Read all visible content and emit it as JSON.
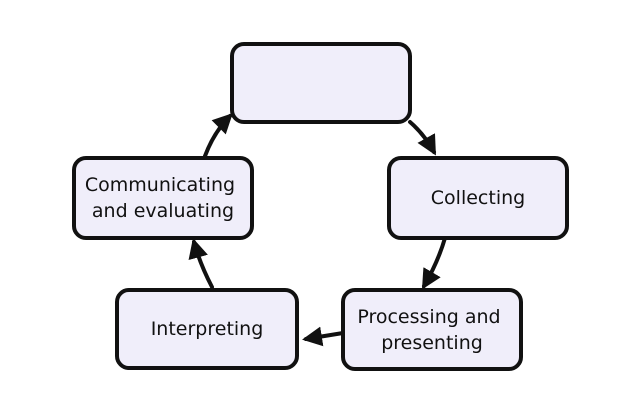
{
  "diagram": {
    "type": "cycle",
    "colors": {
      "box_fill": "#f0eefa",
      "box_stroke": "#111111",
      "arrow": "#111111",
      "text": "#111111",
      "background": "#ffffff"
    },
    "nodes": [
      {
        "id": "top",
        "lines": []
      },
      {
        "id": "collecting",
        "lines": [
          "Collecting"
        ]
      },
      {
        "id": "processing",
        "lines": [
          "Processing and",
          "presenting"
        ]
      },
      {
        "id": "interpreting",
        "lines": [
          "Interpreting"
        ]
      },
      {
        "id": "communicating",
        "lines": [
          "Communicating",
          "and evaluating"
        ]
      }
    ],
    "edges": [
      {
        "from": "top",
        "to": "collecting"
      },
      {
        "from": "collecting",
        "to": "processing"
      },
      {
        "from": "processing",
        "to": "interpreting"
      },
      {
        "from": "interpreting",
        "to": "communicating"
      },
      {
        "from": "communicating",
        "to": "top"
      }
    ]
  }
}
